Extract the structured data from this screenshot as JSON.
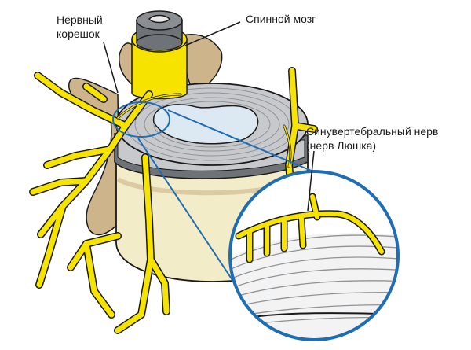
{
  "labels": {
    "nerve_root_line1": "Нервный",
    "nerve_root_line2": "корешок",
    "spinal_cord": "Спинной мозг",
    "sinuvertebral_line1": "Синувертебральный нерв",
    "sinuvertebral_line2": "(нерв Люшка)"
  },
  "colors": {
    "nerve_yellow": "#f6e400",
    "bone_tan": "#cdb48a",
    "disc_grey": "#c7c9cc",
    "nucleus_blue": "#dde9f2",
    "body_cream": "#f2ecc9",
    "magnifier_blue": "#1f6db3",
    "outline": "#1a1a1a"
  }
}
